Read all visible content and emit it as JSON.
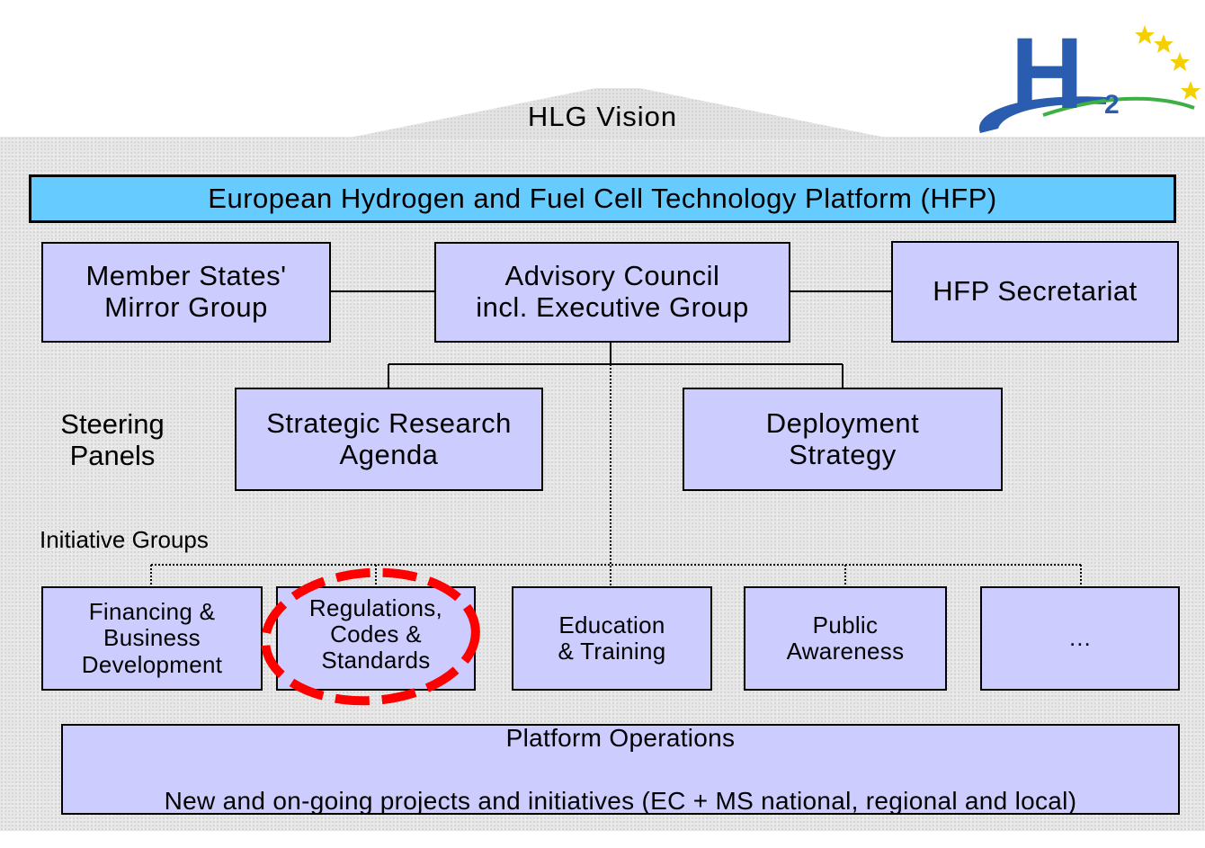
{
  "header": {
    "vision_label": "HLG Vision"
  },
  "platform": {
    "title": "European Hydrogen and Fuel Cell Technology Platform (HFP)"
  },
  "governance": {
    "mirror_group": "Member States'\nMirror Group",
    "advisory_council": "Advisory Council\nincl. Executive Group",
    "secretariat": "HFP Secretariat"
  },
  "steering": {
    "label": "Steering\nPanels",
    "panels": [
      "Strategic Research\nAgenda",
      "Deployment\nStrategy"
    ]
  },
  "initiative": {
    "label": "Initiative Groups",
    "groups": [
      "Financing &\nBusiness\nDevelopment",
      "Regulations,\nCodes &\nStandards",
      "Education\n& Training",
      "Public\nAwareness",
      "…"
    ],
    "highlighted_group": "Regulations,\nCodes &\nStandards"
  },
  "operations": {
    "title": "Platform Operations",
    "subtitle": "New and on-going projects and initiatives (EC + MS national, regional and local)"
  },
  "logo": {
    "text": "H",
    "subscript": "2"
  },
  "colors": {
    "box_fill": "#ccccff",
    "platform_bar": "#66ccff",
    "highlight": "#ff0000",
    "logo_blue": "#2a5db0",
    "logo_star": "#f5d000",
    "logo_swoosh": "#3cb043"
  }
}
